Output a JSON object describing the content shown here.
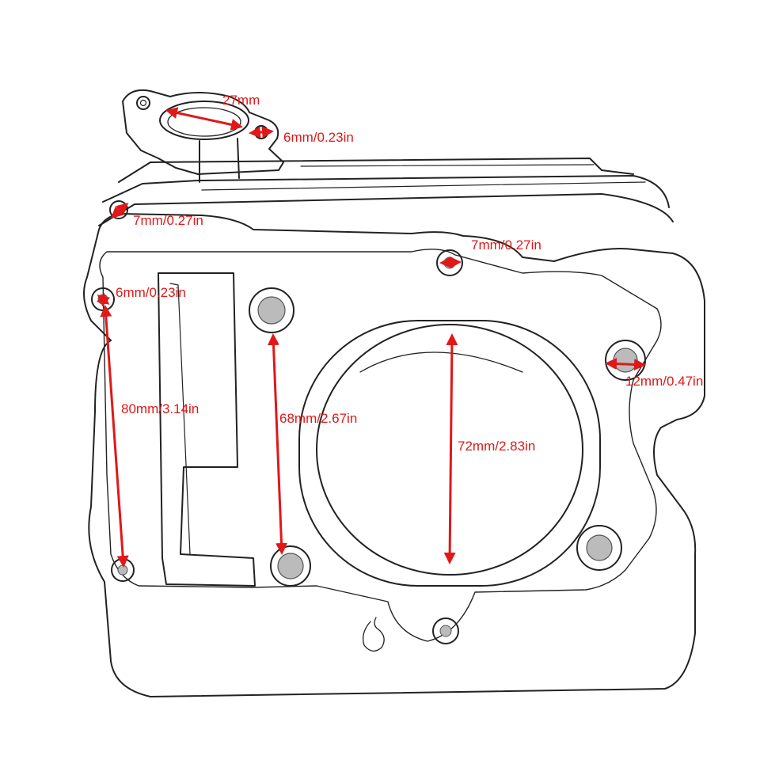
{
  "colors": {
    "annotation": "#e01818",
    "outline": "#222222",
    "shade": "#9a9a9a",
    "background": "#ffffff"
  },
  "dimensions": {
    "intake_port": "27mm",
    "intake_stud_hole": "6mm/0.23in",
    "side_hole_top": "7mm/0.27in",
    "head_stud_hole": "7mm/0.27in",
    "left_stud_hole": "6mm/0.23in",
    "right_stud_hole": "12mm/0.47in",
    "left_stud_spacing": "80mm/3.14in",
    "stud_spacing": "68mm/2.67in",
    "bore": "72mm/2.83in"
  }
}
